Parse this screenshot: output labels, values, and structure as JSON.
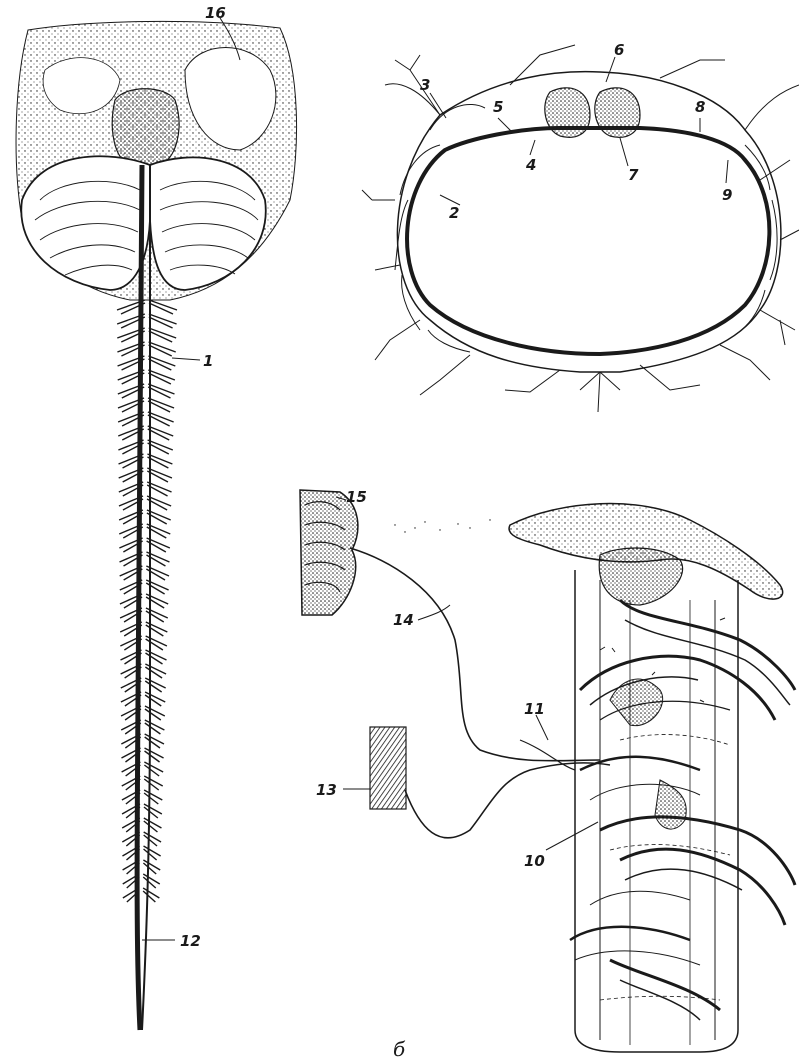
{
  "caption": "б",
  "labels": [
    {
      "id": "l1",
      "text": "1"
    },
    {
      "id": "l2",
      "text": "2"
    },
    {
      "id": "l3",
      "text": "3"
    },
    {
      "id": "l4",
      "text": "4"
    },
    {
      "id": "l5",
      "text": "5"
    },
    {
      "id": "l6",
      "text": "6"
    },
    {
      "id": "l7",
      "text": "7"
    },
    {
      "id": "l8",
      "text": "8"
    },
    {
      "id": "l9",
      "text": "9"
    },
    {
      "id": "l10",
      "text": "10"
    },
    {
      "id": "l11",
      "text": "11"
    },
    {
      "id": "l12",
      "text": "12"
    },
    {
      "id": "l13",
      "text": "13"
    },
    {
      "id": "l14",
      "text": "14"
    },
    {
      "id": "l15",
      "text": "15"
    },
    {
      "id": "l16",
      "text": "16"
    }
  ],
  "colors": {
    "ink": "#1a1a1a",
    "paper": "#ffffff"
  }
}
